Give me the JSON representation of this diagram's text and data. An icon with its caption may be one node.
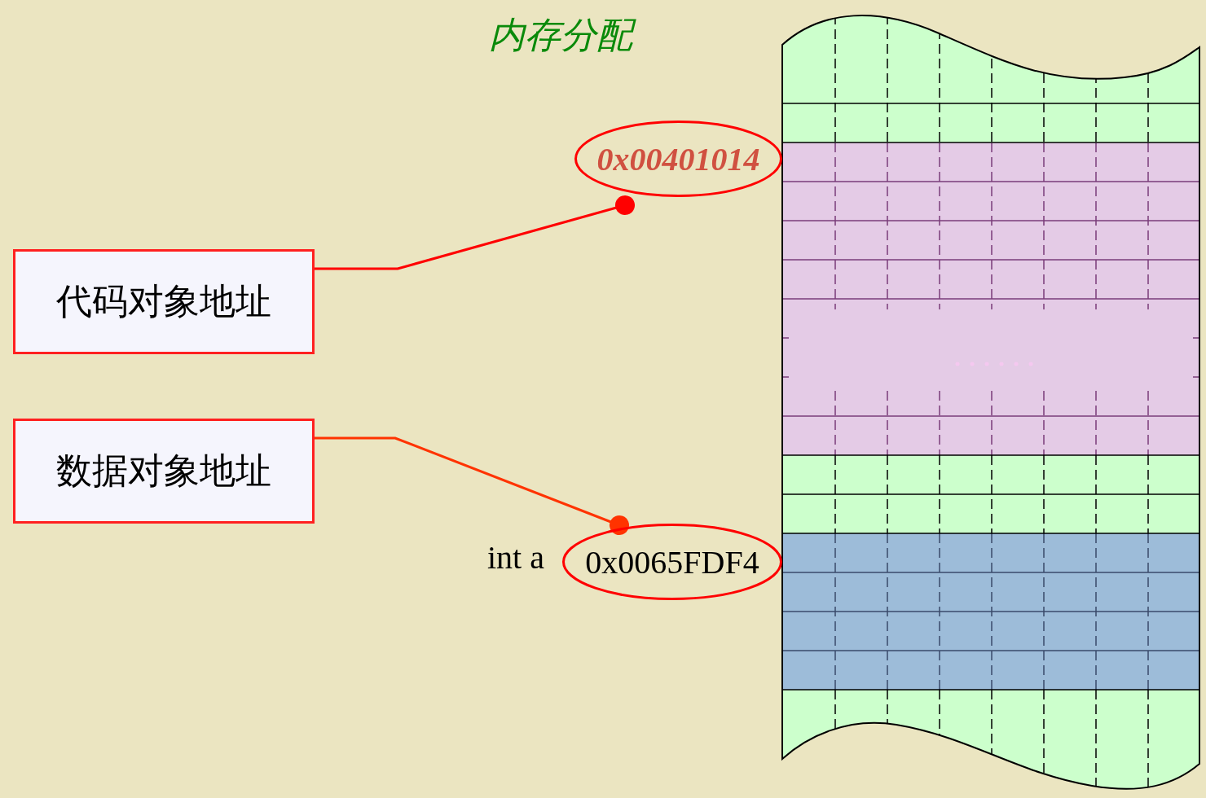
{
  "diagram": {
    "title": "内存分配",
    "nodes": [
      {
        "text": [
          "代码对象地址"
        ]
      },
      {
        "text": [
          "数据对象地址"
        ]
      },
      {
        "text": [
          "0x00401014"
        ]
      },
      {
        "text": [
          "0x0065FDF4"
        ],
        "beside": [
          "int a"
        ]
      }
    ],
    "edges": [
      {
        "from": 0,
        "to": 2,
        "arrow": "other",
        "color": "#ff0000"
      },
      {
        "from": 1,
        "to": 3,
        "arrow": "other",
        "color": "#ff3300"
      }
    ]
  }
}
